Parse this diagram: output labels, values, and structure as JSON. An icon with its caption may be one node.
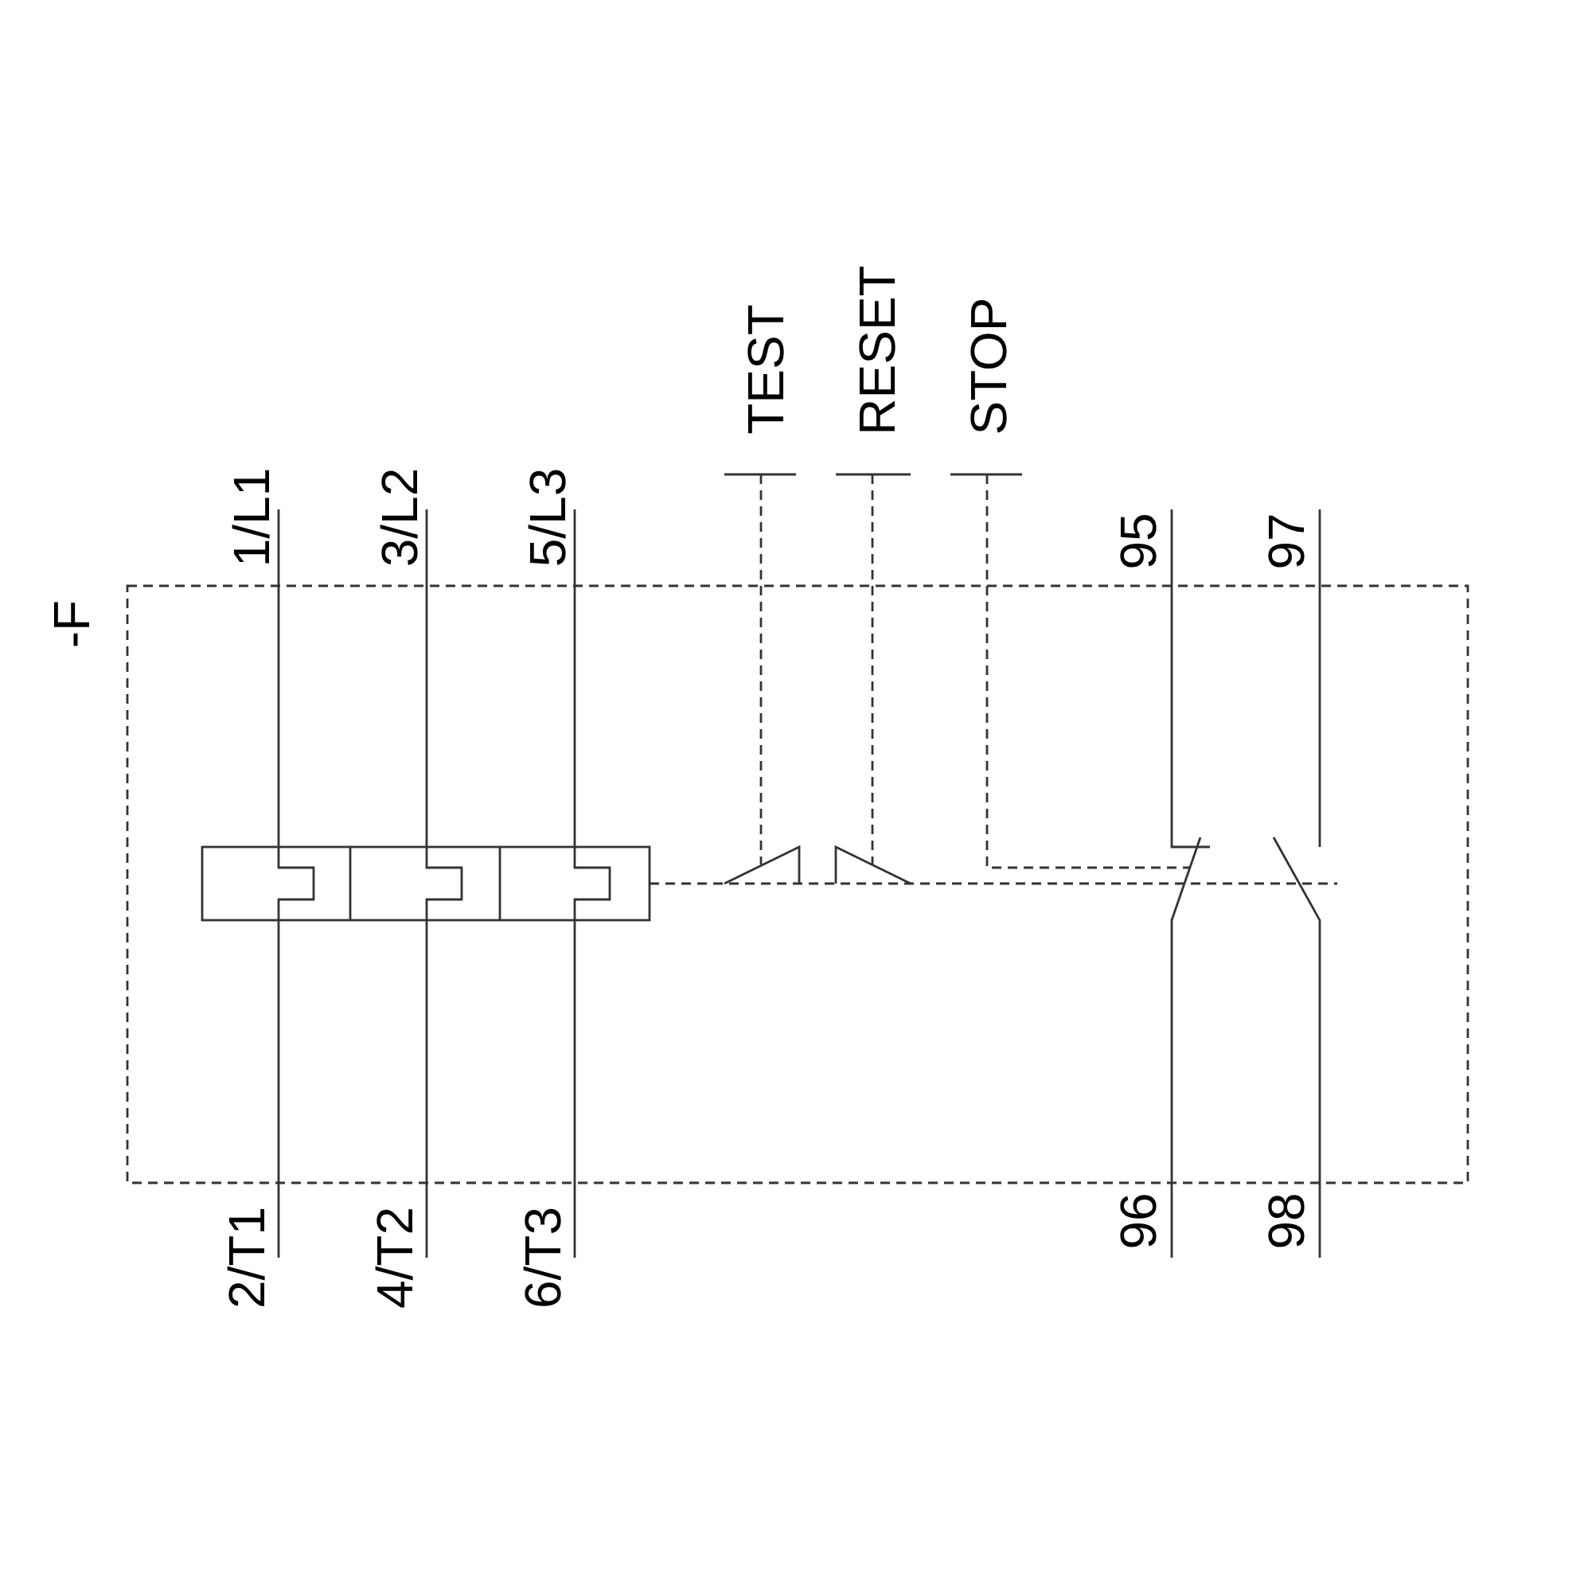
{
  "diagram": {
    "labels": [
      "-F",
      "1/L1",
      "3/L2",
      "5/L3",
      "TEST",
      "RESET",
      "STOP",
      "95",
      "97",
      "2/T1",
      "4/T2",
      "6/T3",
      "96",
      "98"
    ]
  }
}
